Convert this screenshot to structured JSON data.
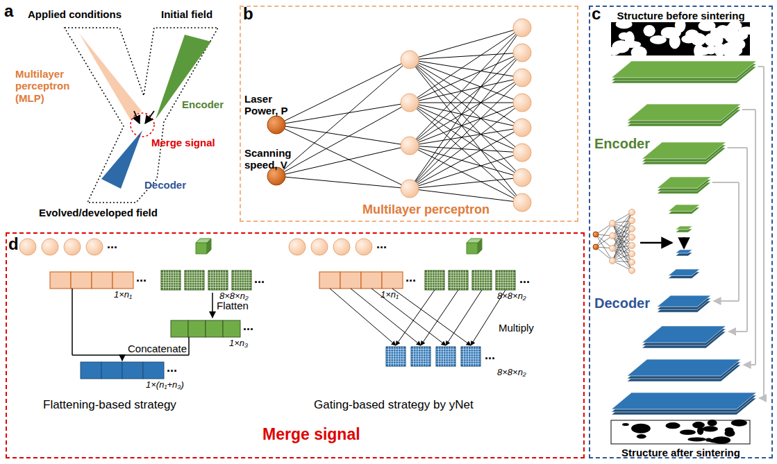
{
  "diagram": {
    "nodes": [
      {
        "text": [
          "Multilayer perceptron"
        ]
      },
      {
        "text": [
          "Structure before sintering",
          "Structure after sintering"
        ]
      },
      {
        "text": [
          "Merge signal"
        ]
      }
    ],
    "labels": [
      "a",
      "Applied conditions",
      "Initial field",
      "Multilayer perceptron (MLP)",
      "Encoder",
      "Merge signal",
      "Decoder",
      "Evolved/developed field",
      "b",
      "Laser Power, P",
      "Scanning speed, V",
      "c",
      "Encoder",
      "Decoder",
      "d",
      "...",
      "1×n₁",
      "...",
      "8×8×n₂",
      "...",
      "Flatten",
      "1×n₃",
      "...",
      "Concatenate",
      "1×(n₁+n₃)",
      "...",
      "Flattening-based strategy",
      "...",
      "1×n₁",
      "...",
      "8×8×n₂",
      "...",
      "Multiply",
      "8×8×n₂",
      "...",
      "Gating-based strategy by yNet"
    ]
  }
}
